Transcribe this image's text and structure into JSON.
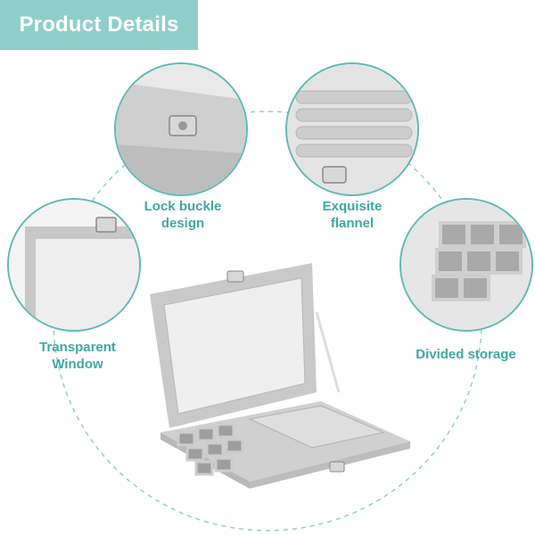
{
  "banner": {
    "title": "Product Details"
  },
  "features": {
    "lock": "Lock buckle\ndesign",
    "flannel": "Exquisite\nflannel",
    "window": "Transparent\nWindow",
    "storage": "Divided storage"
  },
  "colors": {
    "accent": "#8fcfc9",
    "label": "#3ea8a1",
    "ring": "#5fbab3",
    "velvet": "#c9c9c9"
  }
}
